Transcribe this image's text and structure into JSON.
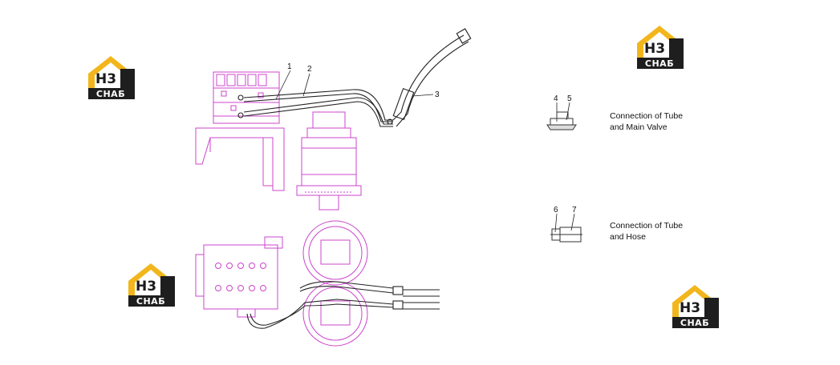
{
  "logo": {
    "mark": "H3",
    "brand": "СНАБ"
  },
  "callouts": [
    "1",
    "2",
    "3",
    "4",
    "5",
    "6",
    "7"
  ],
  "details": [
    {
      "line1": "Connection  of  Tube",
      "line2": "and  Main  Valve"
    },
    {
      "line1": "Connection  of  Tube",
      "line2": "and  Hose"
    }
  ],
  "colors": {
    "part": "#cc44cc",
    "line": "#222222",
    "logo_yellow": "#f2b61c",
    "logo_dark": "#1e1e1e"
  }
}
